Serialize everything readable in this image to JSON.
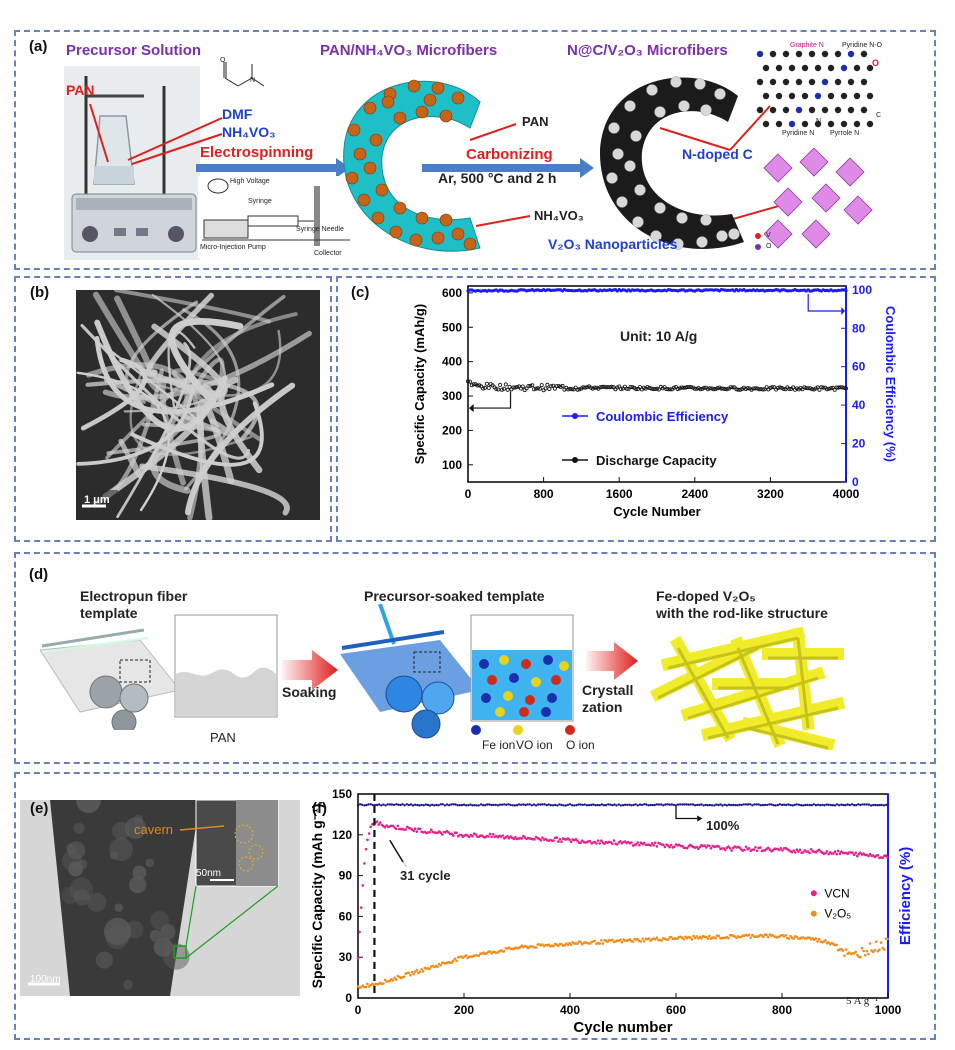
{
  "panel_a": {
    "label": "(a)",
    "headers": [
      "Precursor Solution",
      "PAN/NH₄VO₃ Microfibers",
      "N@C/V₂O₃ Microfibers"
    ],
    "pan_red": "PAN",
    "dmf": "DMF",
    "nh4vo3": "NH₄VO₃",
    "electrospinning": "Electrospinning",
    "carbonizing": "Carbonizing",
    "conditions": "Ar, 500 °C and 2 h",
    "fiber_pan": "PAN",
    "fiber_nh4vo3": "NH₄VO₃",
    "n_doped_c": "N-doped C",
    "v2o3_np": "V₂O₃ Nanoparticles",
    "setup_labels": [
      "High Voltage",
      "Syringe",
      "Syringe Needle",
      "Micro-Injection Pump",
      "Collector"
    ],
    "graphene_labels": [
      "Graphite N",
      "Pyridine N-O",
      "Pyridine N",
      "Pyrrole N",
      "O",
      "N",
      "C"
    ],
    "lattice_legend": [
      "V",
      "O"
    ]
  },
  "panel_b": {
    "label": "(b)",
    "scale": "1 μm"
  },
  "panel_c": {
    "label": "(c)",
    "annotation": "Unit: 10 A/g",
    "legend": [
      "Coulombic Efficiency",
      "Discharge Capacity"
    ]
  },
  "panel_d": {
    "label": "(d)",
    "step1": "Electropun fiber template",
    "step1_line1": "Electropun fiber",
    "step1_line2": "template",
    "pan": "PAN",
    "soaking": "Soaking",
    "step2": "Precursor-soaked template",
    "crystal_line1": "Crystall",
    "crystal_line2": "zation",
    "step3_line1": "Fe-doped V₂O₅",
    "step3_line2": "with the rod-like structure",
    "ions": [
      "Fe ion",
      "VO ion",
      "O ion"
    ]
  },
  "panel_e": {
    "label": "(e)",
    "cavern": "cavern",
    "scale_inset": "50nm",
    "scale_main": "100nm"
  },
  "panel_f": {
    "label": "(f)",
    "annot_31": "31 cycle",
    "annot_100": "100%",
    "current": "5 A g⁻¹"
  },
  "chart_data": [
    {
      "id": "c",
      "type": "line",
      "title": "",
      "xlabel": "Cycle Number",
      "ylabel": "Specific Capacity (mAh/g)",
      "y2label": "Coulombic Efficiency (%)",
      "xlim": [
        0,
        4000
      ],
      "ylim": [
        50,
        620
      ],
      "y2lim": [
        0,
        102
      ],
      "xticks": [
        0,
        800,
        1600,
        2400,
        3200,
        4000
      ],
      "yticks": [
        100,
        200,
        300,
        400,
        500,
        600
      ],
      "y2ticks": [
        0,
        20,
        40,
        60,
        80,
        100
      ],
      "series": [
        {
          "name": "Coulombic Efficiency",
          "axis": "right",
          "color": "#1a1aff",
          "x": [
            0,
            1000,
            2000,
            3000,
            4000
          ],
          "values": [
            99.6,
            99.8,
            99.7,
            99.8,
            99.7
          ]
        },
        {
          "name": "Discharge Capacity",
          "axis": "left",
          "color": "#111111",
          "x": [
            0,
            50,
            200,
            500,
            1000,
            2000,
            3000,
            4000
          ],
          "values": [
            345,
            330,
            328,
            325,
            325,
            323,
            322,
            322
          ]
        }
      ]
    },
    {
      "id": "f",
      "type": "scatter",
      "title": "",
      "xlabel": "Cycle number",
      "ylabel": "Specific Capacity (mAh g⁻¹)",
      "y2label": "Efficiency (%)",
      "xlim": [
        0,
        1000
      ],
      "ylim": [
        0,
        150
      ],
      "xticks": [
        0,
        200,
        400,
        600,
        800,
        1000
      ],
      "yticks": [
        0,
        30,
        60,
        90,
        120,
        150
      ],
      "series": [
        {
          "name": "VCN",
          "color": "#e6228c",
          "x": [
            0,
            5,
            10,
            15,
            20,
            25,
            31,
            50,
            100,
            200,
            300,
            400,
            500,
            600,
            700,
            800,
            900,
            1000
          ],
          "values": [
            28,
            60,
            90,
            110,
            120,
            126,
            129,
            127,
            124,
            120,
            118,
            116,
            114,
            112,
            110,
            109,
            107,
            104
          ]
        },
        {
          "name": "V₂O₅",
          "color": "#f28c1a",
          "x": [
            0,
            50,
            100,
            200,
            300,
            400,
            500,
            600,
            700,
            760,
            850,
            900,
            930,
            960,
            1000
          ],
          "values": [
            8,
            12,
            18,
            30,
            37,
            40,
            42,
            44,
            45,
            46,
            44,
            40,
            30,
            36,
            40
          ]
        },
        {
          "name": "Efficiency",
          "axis": "right",
          "color": "#1a1a8c",
          "x": [
            0,
            100,
            200,
            400,
            600,
            800,
            1000
          ],
          "values": [
            100,
            100,
            100,
            100,
            100,
            100,
            100
          ]
        }
      ]
    }
  ]
}
